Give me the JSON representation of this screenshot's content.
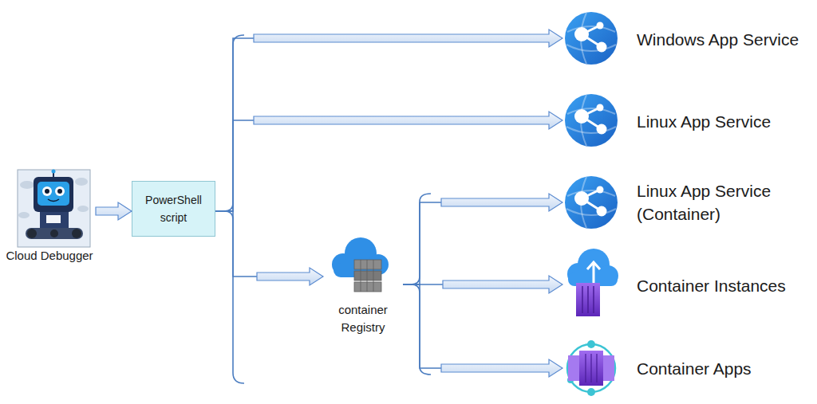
{
  "diagram": {
    "nodes": [
      {
        "text": [
          "Cloud Debugger"
        ]
      },
      {
        "text": [
          "PowerShell script"
        ]
      },
      {
        "text": [
          "Windows App Service"
        ]
      },
      {
        "text": [
          "Linux App Service"
        ]
      },
      {
        "text": [
          "container Registry"
        ]
      },
      {
        "text": [
          "Linux App Service (Container)"
        ]
      },
      {
        "text": [
          "Container Instances"
        ]
      },
      {
        "text": [
          "Container Apps"
        ]
      }
    ],
    "edges": [
      {
        "from": 0,
        "to": 1,
        "arrow": "to"
      },
      {
        "from": 1,
        "to": 2,
        "arrow": "to"
      },
      {
        "from": 1,
        "to": 3,
        "arrow": "to"
      },
      {
        "from": 1,
        "to": 4,
        "arrow": "to"
      },
      {
        "from": 4,
        "to": 5,
        "arrow": "to"
      },
      {
        "from": 4,
        "to": 6,
        "arrow": "to"
      },
      {
        "from": 4,
        "to": 7,
        "arrow": "to"
      }
    ]
  }
}
